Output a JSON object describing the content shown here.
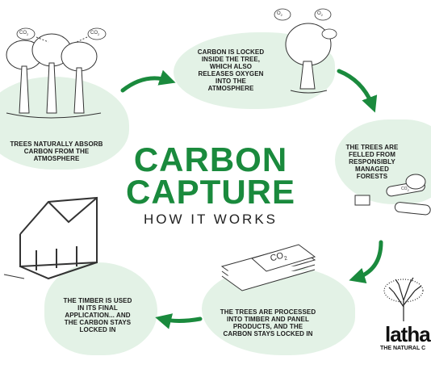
{
  "title": {
    "line1": "CARBON",
    "line2": "CAPTURE",
    "sub": "HOW IT WORKS"
  },
  "steps": [
    {
      "id": "absorb",
      "text": "TREES NATURALLY ABSORB CARBON FROM THE ATMOSPHERE"
    },
    {
      "id": "locked",
      "text": "CARBON IS LOCKED INSIDE THE TREE, WHICH ALSO RELEASES OXYGEN INTO THE ATMOSPHERE"
    },
    {
      "id": "felled",
      "text": "THE TREES ARE FELLED FROM RESPONSIBLY MANAGED FORESTS"
    },
    {
      "id": "process",
      "text": "THE TREES ARE PROCESSED INTO TIMBER AND PANEL PRODUCTS, AND THE CARBON STAYS LOCKED IN"
    },
    {
      "id": "apply",
      "text": "THE TIMBER IS USED IN ITS FINAL APPLICATION... AND THE CARBON STAYS LOCKED IN"
    }
  ],
  "labels": {
    "co2": "CO",
    "co2_sub": "2",
    "o2": "O",
    "o2_sub": "2"
  },
  "logo": {
    "name": "latha",
    "tagline": "THE NATURAL C"
  },
  "colors": {
    "accent": "#1a8a3d",
    "blob": "#e3f2e6",
    "ink": "#1c1c1c"
  }
}
